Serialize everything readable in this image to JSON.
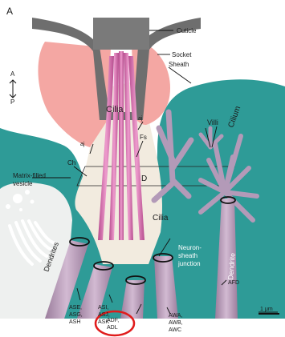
{
  "panel_label": "A",
  "orientation": {
    "top": "A",
    "bottom": "P"
  },
  "labels": {
    "cuticle": "Cuticle",
    "socket": "Socket",
    "sheath": "Sheath",
    "cilia_upper": "Cilia",
    "aj_left": "aj",
    "aj_right": "aj",
    "villi": "Villi",
    "cilium": "Cilium",
    "fs": "Fs",
    "ch": "Ch",
    "d": "D",
    "matrix_vesicle_line1": "Matrix-filled",
    "matrix_vesicle_line2": "vesicle",
    "cilia_lower": "Cilia",
    "dendrites": "Dendrites",
    "dendrite": "Dendrite",
    "junction_line1": "Neuron-",
    "junction_line2": "sheath",
    "junction_line3": "junction",
    "afd": "AFD",
    "scale": "1 μm"
  },
  "neuron_groups": [
    [
      "ASE,",
      "ASG,",
      "ASH"
    ],
    [
      "ASI,",
      "ASJ,",
      "ASK"
    ],
    [
      "ADF,",
      "ADL"
    ],
    [
      "AWA,",
      "AWB,",
      "AWC"
    ]
  ],
  "colors": {
    "sheath_teal": "#2e9b97",
    "socket_pink": "#f4a7a3",
    "cilia_magenta": "#cf6aa8",
    "dendrite_lavender": "#b89ab8",
    "cuticle_gray": "#6e6e6e",
    "highlight_red": "#e01b1b"
  }
}
